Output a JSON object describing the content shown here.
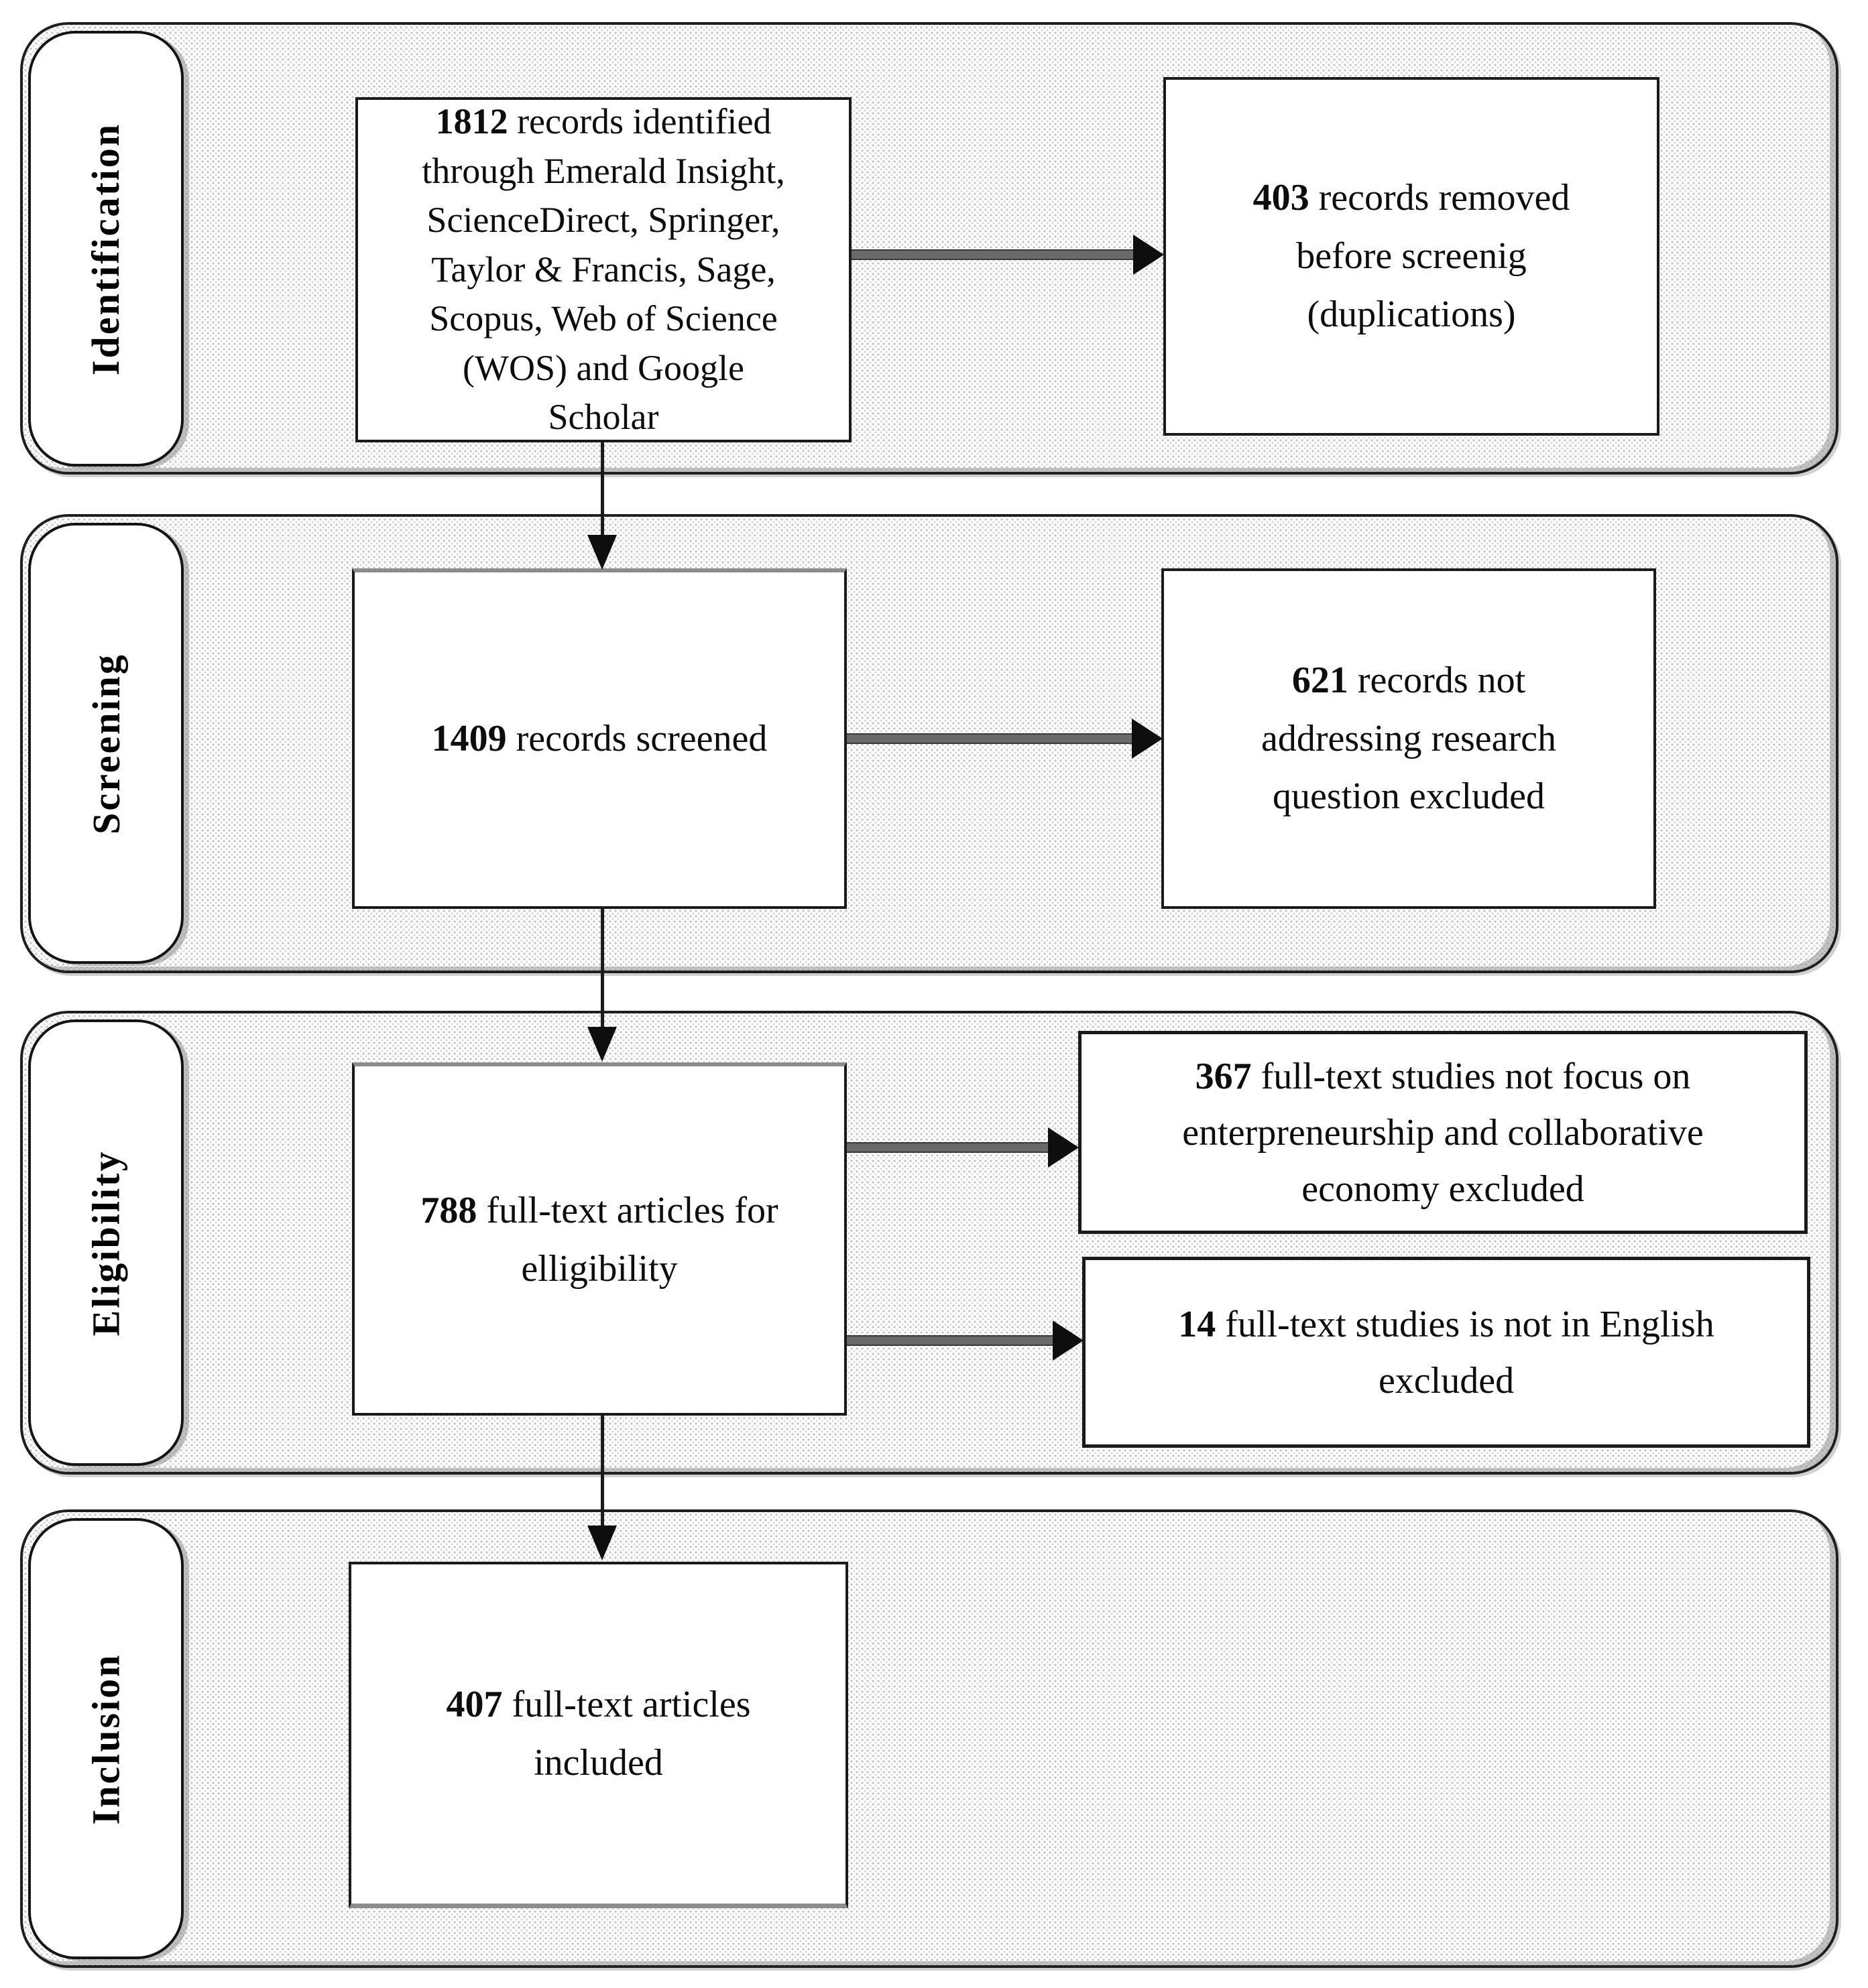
{
  "stages": {
    "identification": {
      "label": "Identification"
    },
    "screening": {
      "label": "Screening"
    },
    "eligibility": {
      "label": "Eligibility"
    },
    "inclusion": {
      "label": "Inclusion"
    }
  },
  "boxes": {
    "identified": {
      "count": "1812",
      "text": " records identified\nthrough Emerald Insight,\nScienceDirect, Springer,\nTaylor & Francis, Sage,\nScopus, Web of Science\n(WOS) and Google\nScholar"
    },
    "removed": {
      "count": "403",
      "text": " records removed\nbefore screenig\n(duplications)"
    },
    "screened": {
      "count": "1409",
      "text": " records screened"
    },
    "not_addressing": {
      "count": "621",
      "text": " records not\naddressing research\nquestion excluded"
    },
    "fulltext": {
      "count": "788",
      "text": " full-text articles for\nelligibility"
    },
    "not_focus": {
      "count": "367",
      "text": " full-text studies not focus on\nenterpreneurship and collaborative\neconomy excluded"
    },
    "not_english": {
      "count": "14",
      "text": " full-text studies is not in English\nexcluded"
    },
    "included": {
      "count": "407",
      "text": " full-text articles\nincluded"
    }
  },
  "colors": {
    "box_border": "#1a1a1a",
    "band_dot": "#c7c7c7",
    "band_fill": "#ffffff",
    "arrow_shaft_gray": "#6a6a6a",
    "arrow_head_black": "#0e0e0e",
    "shadow_gray": "#8c8c8c"
  }
}
